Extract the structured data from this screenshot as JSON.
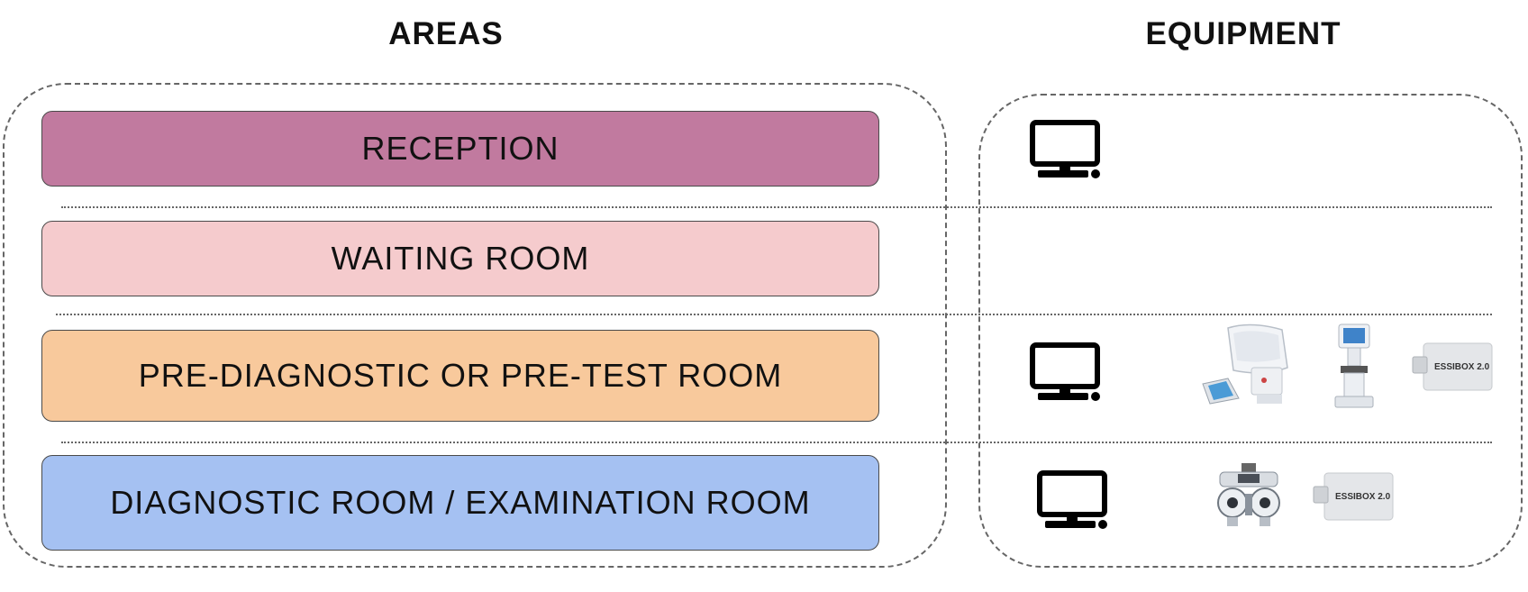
{
  "headings": {
    "areas": "AREAS",
    "equipment": "EQUIPMENT"
  },
  "areas": [
    {
      "label": "RECEPTION",
      "color": "#c17a9f"
    },
    {
      "label": "WAITING ROOM",
      "color": "#f5cbcd"
    },
    {
      "label": "PRE-DIAGNOSTIC OR PRE-TEST ROOM",
      "color": "#f8c99c"
    },
    {
      "label": "DIAGNOSTIC ROOM / EXAMINATION ROOM",
      "color": "#a5c1f2"
    }
  ],
  "equipment": {
    "reception": [
      "computer-icon"
    ],
    "waiting_room": [],
    "pre_diagnostic": [
      "computer-icon",
      "visual-field-analyzer",
      "lensmeter",
      "essibox-device"
    ],
    "diagnostic": [
      "computer-icon",
      "phoropter",
      "essibox-device"
    ],
    "device_label": "ESSIBOX 2.0"
  }
}
